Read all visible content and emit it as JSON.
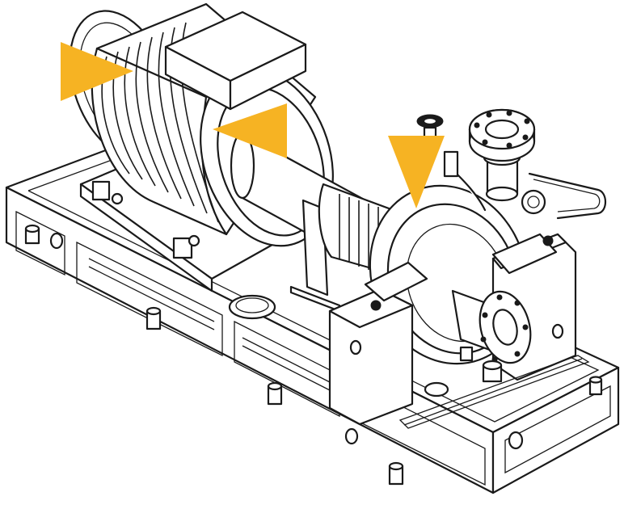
{
  "figure": {
    "subject": "pump-and-motor-assembly",
    "arrow_color": "#F6B323",
    "line_color": "#1a1a1a",
    "background": "#ffffff"
  },
  "markers": [
    {
      "name": "motor-fan-end-arrow",
      "direction": "right"
    },
    {
      "name": "motor-drive-end-arrow",
      "direction": "left"
    },
    {
      "name": "pump-casing-arrow",
      "direction": "down"
    }
  ]
}
